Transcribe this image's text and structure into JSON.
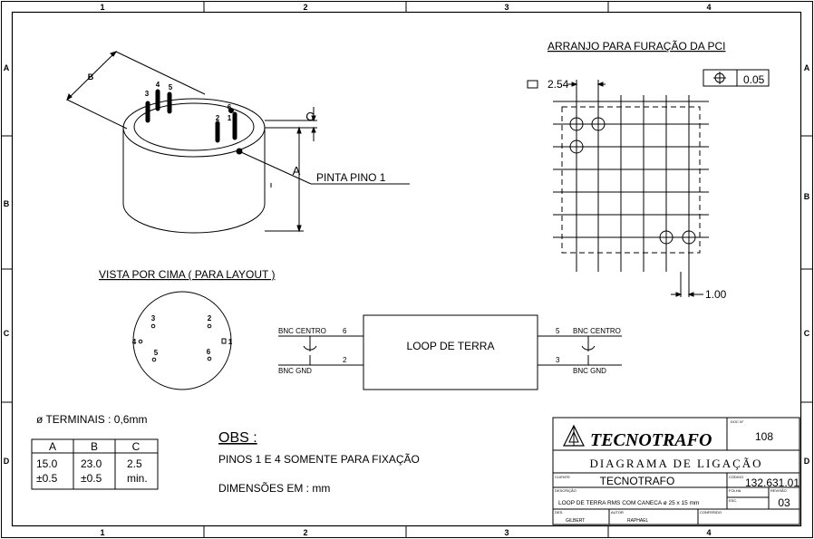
{
  "border": {
    "columns": [
      "1",
      "2",
      "3",
      "4"
    ],
    "rows": [
      "A",
      "B",
      "C",
      "D"
    ]
  },
  "component": {
    "dim_b": "B",
    "dim_c": "C",
    "dim_a": "A",
    "pins": [
      "3",
      "4",
      "5",
      "2",
      "1",
      "6"
    ],
    "pin1_marker_label": "PINTA PINO 1"
  },
  "pcb": {
    "title": "ARRANJO PARA FURAÇÃO DA PCI",
    "pitch": "2.54",
    "tolerance": "0.05",
    "offset": "1.00"
  },
  "top_view": {
    "title": "VISTA POR CIMA ( PARA LAYOUT )",
    "pins": [
      "3",
      "2",
      "4",
      "1",
      "5",
      "6"
    ]
  },
  "schematic": {
    "box_label": "LOOP DE TERRA",
    "left_top_label": "BNC CENTRO",
    "left_top_pin": "6",
    "left_bottom_label": "BNC GND",
    "left_bottom_pin": "2",
    "right_top_label": "BNC CENTRO",
    "right_top_pin": "5",
    "right_bottom_label": "BNC GND",
    "right_bottom_pin": "3"
  },
  "terminal_note": "ø TERMINAIS : 0,6mm",
  "dims_table": {
    "headers": [
      "A",
      "B",
      "C"
    ],
    "row1": [
      "15.0",
      "23.0",
      "2.5"
    ],
    "row2": [
      "±0.5",
      "±0.5",
      "min."
    ]
  },
  "obs": {
    "title": "OBS :",
    "line1": "PINOS 1 E 4 SOMENTE PARA FIXAÇÃO",
    "line2": "DIMENSÕES EM : mm"
  },
  "title_block": {
    "company": "TECNOTRAFO",
    "doc_label": "DOC N°",
    "doc_no": "108",
    "drawing_title": "DIAGRAMA DE LIGAÇÃO",
    "client_label": "CLIENTE",
    "client": "TECNOTRAFO",
    "code_label": "CÓDIGO",
    "code": "132.631.01",
    "desc_label": "DESCRIÇÃO",
    "description": "LOOP DE TERRA RMS COM  CANECA ø 25 x 15 mm",
    "sheet_label": "FOLHA",
    "rev_label": "REVISÃO",
    "rev": "03",
    "scale_label": "ESC.",
    "drawn_label": "DES.",
    "drawn_by": "GILBERT",
    "author_label": "AUTOR",
    "author": "RAPHAEL",
    "check_label": "CONFERIDO"
  }
}
